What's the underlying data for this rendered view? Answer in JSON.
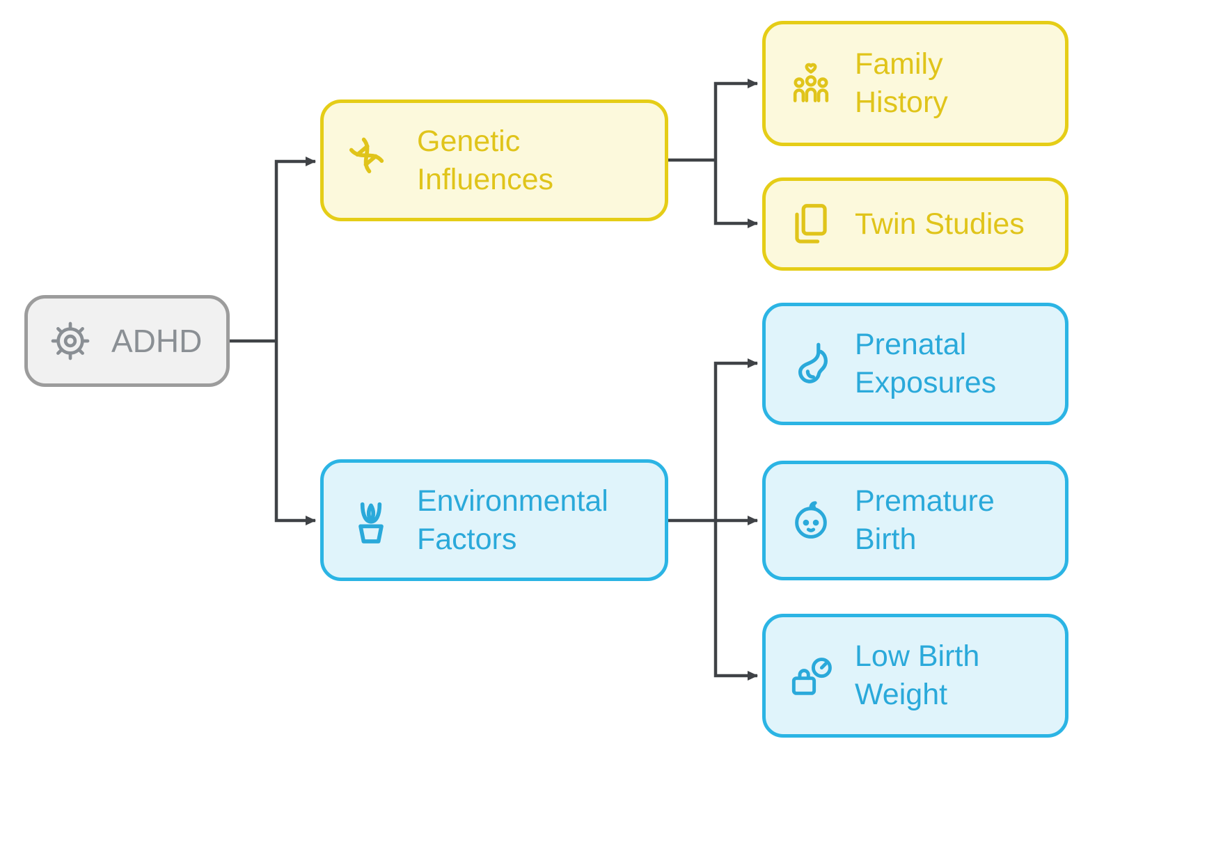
{
  "diagram": {
    "type": "mindmap-flowchart",
    "nodes": {
      "root": {
        "label": "ADHD",
        "icon": "gear-icon",
        "theme": "gray"
      },
      "genetic": {
        "label": "Genetic Influences",
        "icon": "dna-icon",
        "theme": "yellow"
      },
      "family": {
        "label": "Family History",
        "icon": "family-icon",
        "theme": "yellow"
      },
      "twin": {
        "label": "Twin Studies",
        "icon": "documents-icon",
        "theme": "yellow"
      },
      "environmental": {
        "label": "Environmental Factors",
        "icon": "plant-icon",
        "theme": "blue"
      },
      "prenatal": {
        "label": "Prenatal Exposures",
        "icon": "stomach-icon",
        "theme": "blue"
      },
      "premature": {
        "label": "Premature Birth",
        "icon": "baby-icon",
        "theme": "blue"
      },
      "lowbirth": {
        "label": "Low Birth Weight",
        "icon": "scale-icon",
        "theme": "blue"
      }
    },
    "edges": [
      [
        "ADHD",
        "Genetic Influences"
      ],
      [
        "ADHD",
        "Environmental Factors"
      ],
      [
        "Genetic Influences",
        "Family History"
      ],
      [
        "Genetic Influences",
        "Twin Studies"
      ],
      [
        "Environmental Factors",
        "Prenatal Exposures"
      ],
      [
        "Environmental Factors",
        "Premature Birth"
      ],
      [
        "Environmental Factors",
        "Low Birth Weight"
      ]
    ],
    "colors": {
      "yellow_border": "#e5cd17",
      "yellow_fill": "#fcf9dc",
      "yellow_text": "#e0c41a",
      "blue_border": "#2bb4e4",
      "blue_fill": "#e0f4fb",
      "blue_text": "#2aa9da",
      "gray_border": "#9c9c9c",
      "gray_fill": "#f1f1f1",
      "gray_text": "#8a8f94",
      "connector": "#3f4246"
    }
  },
  "nodes": {
    "root": {
      "label": "ADHD"
    },
    "genetic": {
      "label": "Genetic Influences"
    },
    "family": {
      "label": "Family History"
    },
    "twin": {
      "label": "Twin Studies"
    },
    "environmental": {
      "label": "Environmental Factors"
    },
    "prenatal": {
      "label": "Prenatal Exposures"
    },
    "premature": {
      "label": "Premature Birth"
    },
    "lowbirth": {
      "label": "Low Birth Weight"
    }
  }
}
